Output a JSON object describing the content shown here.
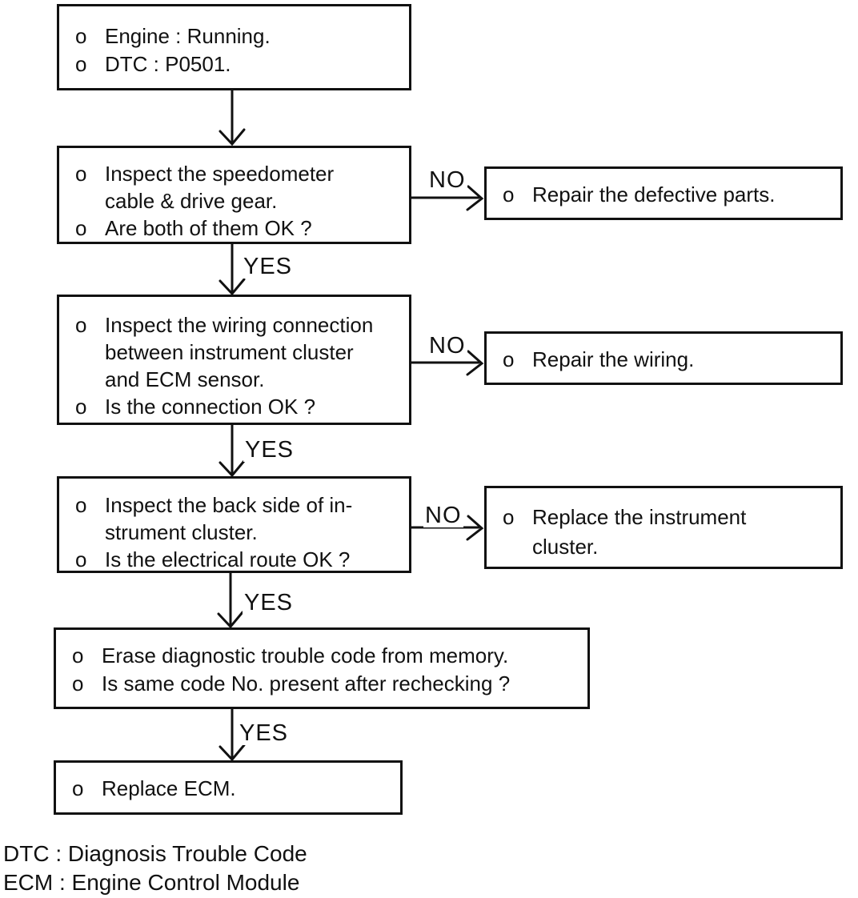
{
  "flowchart": {
    "bullet": "o",
    "nodes": {
      "start": {
        "items": [
          "Engine : Running.",
          "DTC : P0501."
        ]
      },
      "step1": {
        "items": [
          "Inspect the speedometer\ncable & drive gear.",
          "Are both of them OK ?"
        ]
      },
      "step1_no": {
        "items": [
          "Repair the defective parts."
        ]
      },
      "step2": {
        "items": [
          "Inspect the wiring connection\nbetween instrument cluster\nand ECM sensor.",
          "Is the connection OK ?"
        ]
      },
      "step2_no": {
        "items": [
          "Repair the wiring."
        ]
      },
      "step3": {
        "items": [
          "Inspect the back side of in-\nstrument cluster.",
          "Is the electrical route OK ?"
        ]
      },
      "step3_no": {
        "items": [
          "Replace the instrument\ncluster."
        ]
      },
      "step4": {
        "items": [
          "Erase diagnostic trouble code from memory.",
          "Is same code No. present after rechecking ?"
        ]
      },
      "end": {
        "items": [
          "Replace ECM."
        ]
      }
    },
    "labels": {
      "yes": "YES",
      "no": "NO"
    },
    "footnotes": [
      "DTC : Diagnosis Trouble Code",
      "ECM : Engine Control Module"
    ],
    "colors": {
      "ink": "#111111",
      "background": "#ffffff"
    }
  }
}
